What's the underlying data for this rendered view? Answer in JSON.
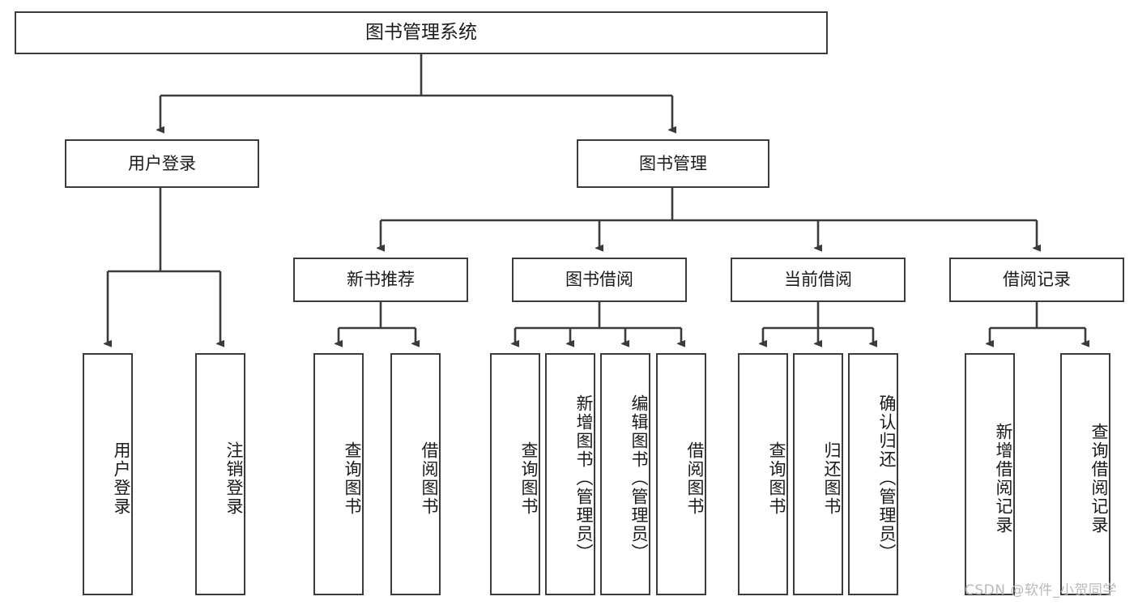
{
  "diagram": {
    "type": "tree",
    "title": "图书管理系统",
    "watermark": "CSDN @软件_小贺同学",
    "colors": {
      "node_border": "#3b3b3b",
      "node_fill": "#ffffff",
      "edge": "#3b3b3b",
      "text": "#1a1a1a",
      "watermark": "#b9b9b9",
      "background": "#ffffff"
    },
    "nodes": {
      "root": {
        "label": "图书管理系统"
      },
      "level2": [
        {
          "label": "用户登录"
        },
        {
          "label": "图书管理"
        }
      ],
      "level3": [
        {
          "label": "新书推荐"
        },
        {
          "label": "图书借阅"
        },
        {
          "label": "当前借阅"
        },
        {
          "label": "借阅记录"
        }
      ],
      "leaves": {
        "user_login": [
          {
            "label": "用户登录"
          },
          {
            "label": "注销登录"
          }
        ],
        "new_book_recommend": [
          {
            "label": "查询图书"
          },
          {
            "label": "借阅图书"
          }
        ],
        "book_borrow": [
          {
            "label": "查询图书"
          },
          {
            "label": "新增图书（管理员）"
          },
          {
            "label": "编辑图书（管理员）"
          },
          {
            "label": "借阅图书"
          }
        ],
        "current_borrow": [
          {
            "label": "查询图书"
          },
          {
            "label": "归还图书"
          },
          {
            "label": "确认归还（管理员）"
          }
        ],
        "borrow_record": [
          {
            "label": "新增借阅记录"
          },
          {
            "label": "查询借阅记录"
          }
        ]
      }
    }
  }
}
